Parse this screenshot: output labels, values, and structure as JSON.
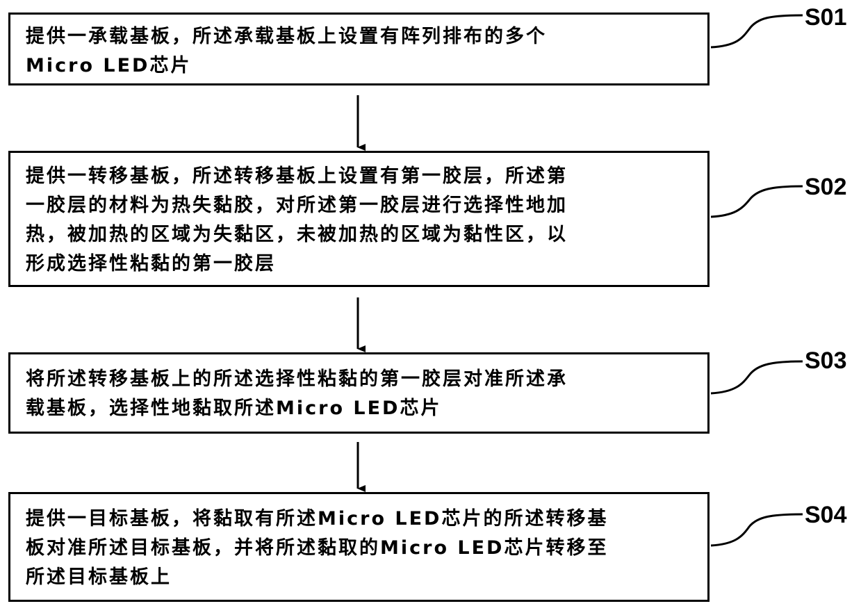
{
  "steps": [
    {
      "label": "S01",
      "lines": [
        "提供一承载基板，所述承载基板上设置有阵列排布的多个",
        "Micro LED芯片"
      ]
    },
    {
      "label": "S02",
      "lines": [
        "提供一转移基板，所述转移基板上设置有第一胶层，所述第",
        "一胶层的材料为热失黏胶，对所述第一胶层进行选择性地加",
        "热，被加热的区域为失黏区，未被加热的区域为黏性区，以",
        "形成选择性粘黏的第一胶层"
      ]
    },
    {
      "label": "S03",
      "lines": [
        "将所述转移基板上的所述选择性粘黏的第一胶层对准所述承",
        "载基板，选择性地黏取所述Micro LED芯片"
      ]
    },
    {
      "label": "S04",
      "lines": [
        "提供一目标基板，将黏取有所述Micro LED芯片的所述转移基",
        "板对准所述目标基板，并将所述黏取的Micro LED芯片转移至",
        "所述目标基板上"
      ]
    }
  ]
}
